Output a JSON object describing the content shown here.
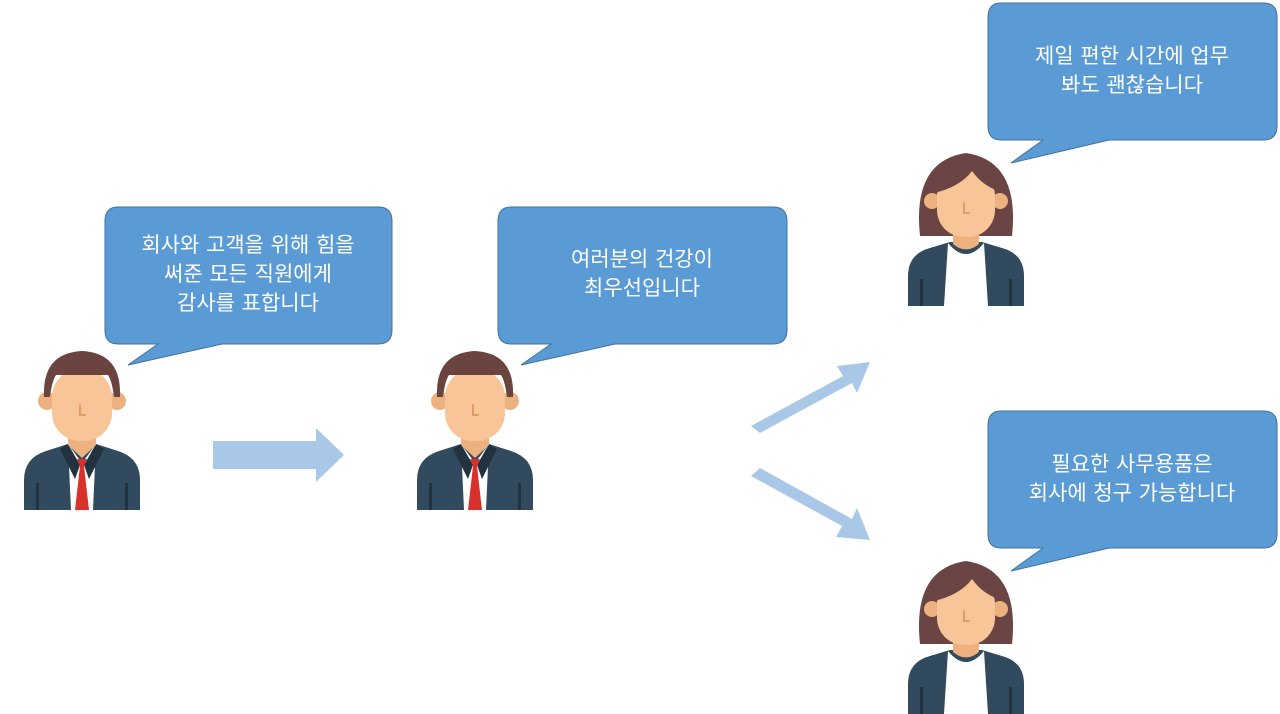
{
  "colors": {
    "bubble": "#5b9bd5",
    "bubble_border": "#41719c",
    "arrow": "#a9c8e8",
    "skin": "#f7c598",
    "skin_shadow": "#ecb17f",
    "male_hair": "#6b4440",
    "female_hair": "#6b4544",
    "suit": "#324a5e",
    "suit_dark": "#22323f",
    "shirt": "#ffffff",
    "tie": "#d8312c"
  },
  "bubbles": {
    "ceo": {
      "lines": [
        "회사와 고객을 위해 힘을",
        "써준 모든 직원에게",
        "감사를 표합니다"
      ]
    },
    "manager": {
      "lines": [
        "여러분의 건강이",
        "최우선입니다"
      ]
    },
    "employee_top": {
      "lines": [
        "제일 편한 시간에 업무",
        "봐도 괜찮습니다"
      ]
    },
    "employee_bottom": {
      "lines": [
        "필요한 사무용품은",
        "회사에 청구 가능합니다"
      ]
    }
  },
  "icons": {
    "ceo": "male-employee-icon",
    "manager": "male-employee-icon",
    "employee_top": "female-employee-icon",
    "employee_bottom": "female-employee-icon"
  }
}
